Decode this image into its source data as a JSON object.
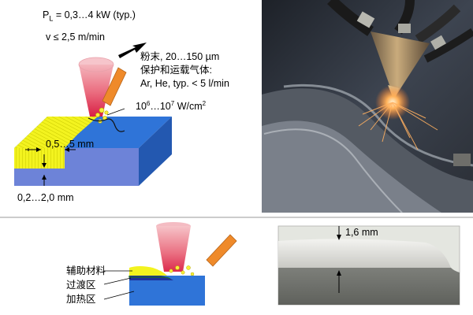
{
  "top_diagram": {
    "laser_power_prefix": "P",
    "laser_power_subscript": "L",
    "laser_power_value": " = 0,3…4 kW (typ.)",
    "scan_speed": "v ≤ 2,5 m/min",
    "powder_line_1": "粉末, 20…150 µm",
    "powder_line_2": "保护和运载气体:",
    "powder_line_3": "Ar, He, typ. < 5 l/min",
    "intensity_base_1": "10",
    "intensity_exp_1": "6",
    "intensity_mid": "…10",
    "intensity_exp_2": "7",
    "intensity_unit": " W/cm",
    "intensity_unit_exp": "2",
    "track_width": "0,5…5 mm",
    "layer_thickness": "0,2…2,0 mm"
  },
  "bottom_diagram": {
    "label_filler": "辅助材料",
    "label_transition": "过渡区",
    "label_heated": "加热区"
  },
  "cross_section": {
    "thickness_label": "1,6 mm"
  },
  "colors": {
    "substrate_top": "#2f74d8",
    "substrate_front": "#6d83d8",
    "clad_yellow": "#f2f225",
    "laser_red": "#e5465e",
    "nozzle_orange": "#ef8a2a",
    "transition_blue": "#1f2f9a"
  }
}
